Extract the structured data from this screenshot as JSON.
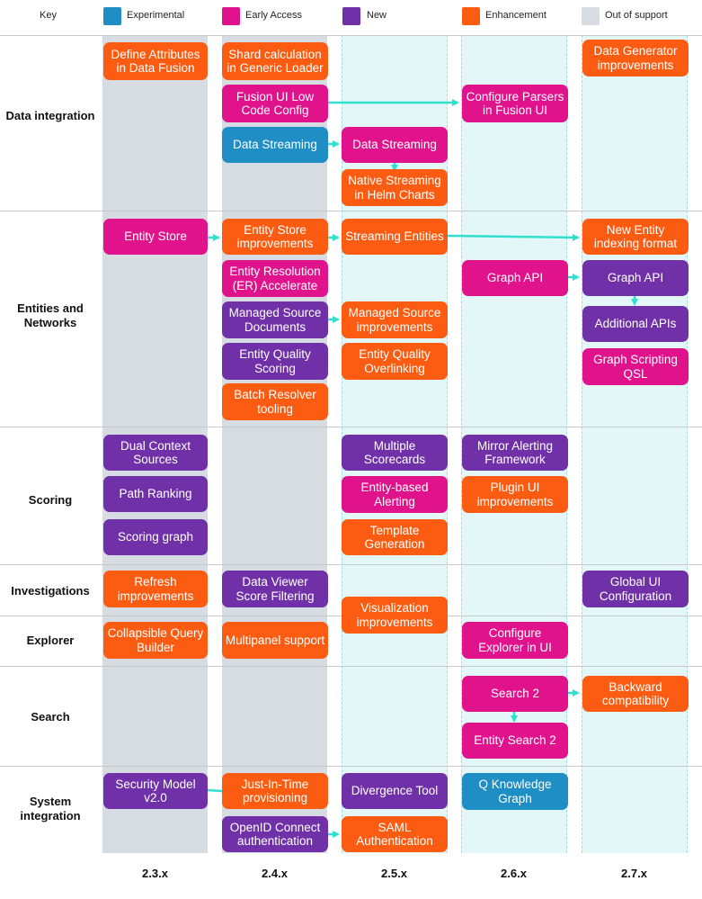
{
  "legend": {
    "title": "Key",
    "items": [
      {
        "label": "Experimental",
        "color": "#1e8ec5"
      },
      {
        "label": "Early Access",
        "color": "#e0138c"
      },
      {
        "label": "New",
        "color": "#7031a8"
      },
      {
        "label": "Enhancement",
        "color": "#fb5c12"
      },
      {
        "label": "Out of support",
        "color": "#d7dce3"
      }
    ]
  },
  "rows": [
    {
      "label": "Data integration"
    },
    {
      "label": "Entities and Networks"
    },
    {
      "label": "Scoring"
    },
    {
      "label": "Investigations"
    },
    {
      "label": "Explorer"
    },
    {
      "label": "Search"
    },
    {
      "label": "System integration"
    }
  ],
  "versions": [
    "2.3.x",
    "2.4.x",
    "2.5.x",
    "2.6.x",
    "2.7.x"
  ],
  "items": [
    {
      "text": "Define Attributes in Data Fusion",
      "type": "Enhancement"
    },
    {
      "text": "Shard calculation in Generic Loader",
      "type": "Enhancement"
    },
    {
      "text": "Fusion UI Low Code Config",
      "type": "Early Access"
    },
    {
      "text": "Data Streaming",
      "type": "Experimental"
    },
    {
      "text": "Data Streaming",
      "type": "Early Access"
    },
    {
      "text": "Native Streaming in Helm Charts",
      "type": "Enhancement"
    },
    {
      "text": "Configure Parsers in Fusion UI",
      "type": "Early Access"
    },
    {
      "text": "Data Generator improvements",
      "type": "Enhancement"
    },
    {
      "text": "Entity Store",
      "type": "Early Access"
    },
    {
      "text": "Entity Store improvements",
      "type": "Enhancement"
    },
    {
      "text": "Entity Resolution (ER) Accelerate",
      "type": "Early Access"
    },
    {
      "text": "Managed Source Documents",
      "type": "New"
    },
    {
      "text": "Entity Quality Scoring",
      "type": "New"
    },
    {
      "text": "Batch Resolver tooling",
      "type": "Enhancement"
    },
    {
      "text": "Streaming Entities",
      "type": "Enhancement"
    },
    {
      "text": "Managed Source improvements",
      "type": "Enhancement"
    },
    {
      "text": "Entity Quality Overlinking",
      "type": "Enhancement"
    },
    {
      "text": "Graph API",
      "type": "Early Access"
    },
    {
      "text": "New Entity indexing format",
      "type": "Enhancement"
    },
    {
      "text": "Graph API",
      "type": "New"
    },
    {
      "text": "Additional APIs",
      "type": "New"
    },
    {
      "text": "Graph Scripting QSL",
      "type": "Early Access"
    },
    {
      "text": "Dual Context Sources",
      "type": "New"
    },
    {
      "text": "Path Ranking",
      "type": "New"
    },
    {
      "text": "Scoring graph",
      "type": "New"
    },
    {
      "text": "Multiple Scorecards",
      "type": "New"
    },
    {
      "text": "Entity-based Alerting",
      "type": "Early Access"
    },
    {
      "text": "Template Generation",
      "type": "Enhancement"
    },
    {
      "text": "Mirror Alerting Framework",
      "type": "New"
    },
    {
      "text": "Plugin UI improvements",
      "type": "Enhancement"
    },
    {
      "text": "Refresh improvements",
      "type": "Enhancement"
    },
    {
      "text": "Data Viewer Score Filtering",
      "type": "New"
    },
    {
      "text": "Global UI Configuration",
      "type": "New"
    },
    {
      "text": "Visualization improvements",
      "type": "Enhancement"
    },
    {
      "text": "Collapsible Query Builder",
      "type": "Enhancement"
    },
    {
      "text": "Multipanel support",
      "type": "Enhancement"
    },
    {
      "text": "Configure Explorer in UI",
      "type": "Early Access"
    },
    {
      "text": "Search 2",
      "type": "Early Access"
    },
    {
      "text": "Entity Search 2",
      "type": "Early Access"
    },
    {
      "text": "Backward compatibility",
      "type": "Enhancement"
    },
    {
      "text": "Security Model v2.0",
      "type": "New"
    },
    {
      "text": "Just-In-Time provisioning",
      "type": "Enhancement"
    },
    {
      "text": "OpenID Connect authentication",
      "type": "New"
    },
    {
      "text": "SAML Authentication",
      "type": "Enhancement"
    },
    {
      "text": "Divergence Tool",
      "type": "New"
    },
    {
      "text": "Q Knowledge Graph",
      "type": "Experimental"
    }
  ],
  "arrow_color": "#2fe0cf"
}
